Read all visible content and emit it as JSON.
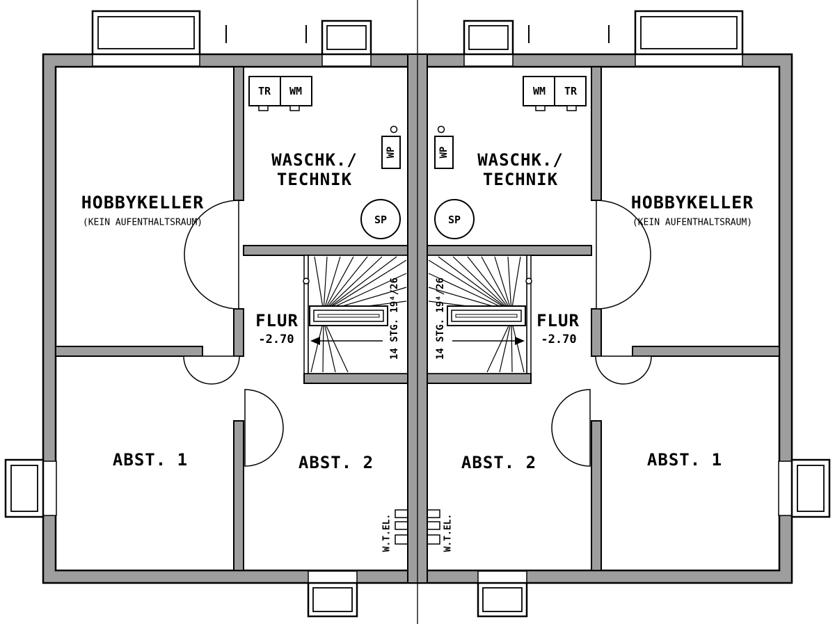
{
  "plan_labels": {
    "hobbykeller": "HOBBYKELLER",
    "hobbykeller_note": "(KEIN AUFENTHALTSRAUM)",
    "laundry_line1": "WASCHK./",
    "laundry_line2": "TECHNIK",
    "hall": "FLUR",
    "hall_level": "-2.70",
    "stair_note": "14 STG. 19⁴/26",
    "storage1": "ABST. 1",
    "storage2": "ABST. 2",
    "meter_note": "W.T.EL.",
    "dryer": "TR",
    "washer": "WM",
    "heatpump": "WP",
    "sump": "SP"
  },
  "colors": {
    "wall_fill": "#9e9e9e",
    "line": "#000000",
    "background": "#ffffff"
  }
}
